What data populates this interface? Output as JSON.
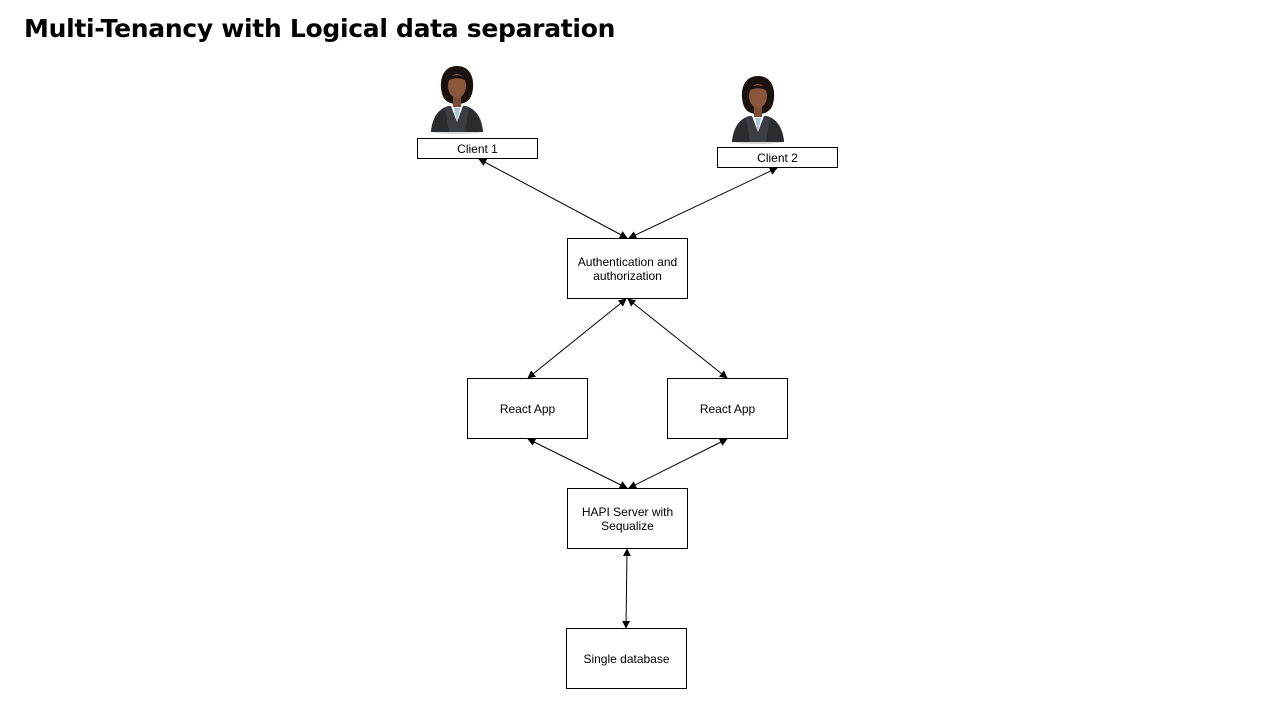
{
  "title": "Multi-Tenancy with Logical data separation",
  "nodes": {
    "client1": "Client 1",
    "client2": "Client 2",
    "auth": "Authentication and authorization",
    "react_app_1": "React App",
    "react_app_2": "React App",
    "hapi_server": "HAPI Server with Sequalize",
    "database": "Single database"
  },
  "icons": {
    "client1": "businesswoman-avatar-icon",
    "client2": "businesswoman-avatar-icon"
  },
  "colors": {
    "line": "#000000",
    "box_border": "#000000",
    "background": "#ffffff"
  }
}
